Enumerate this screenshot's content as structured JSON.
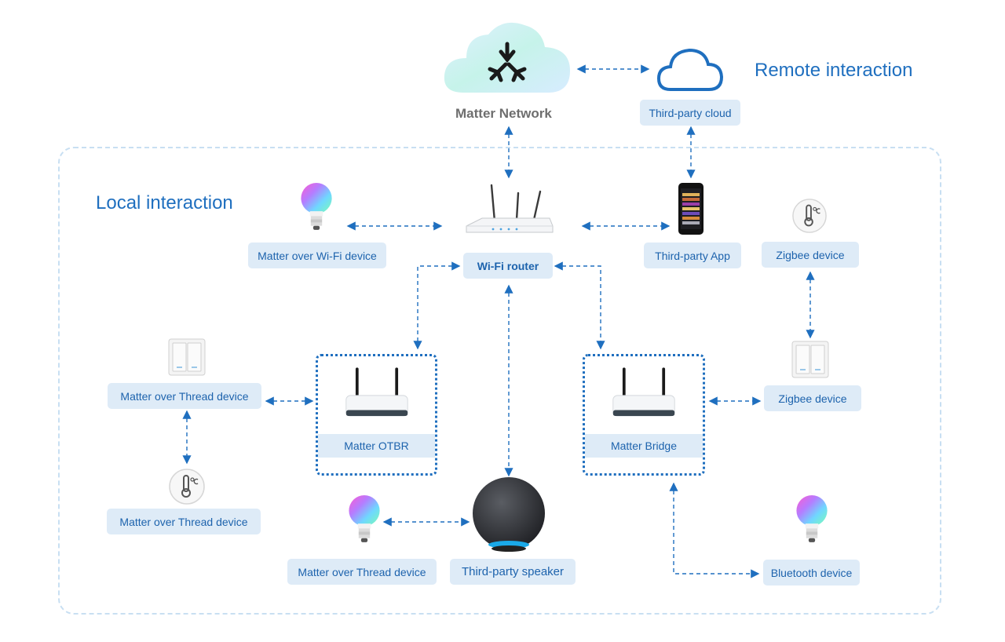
{
  "headings": {
    "remote": "Remote interaction",
    "local": "Local interaction"
  },
  "cloud": {
    "matter_network": "Matter Network",
    "third_party_cloud": "Third-party cloud"
  },
  "nodes": {
    "matter_wifi_device": "Matter over Wi-Fi device",
    "wifi_router": "Wi-Fi router",
    "third_party_app": "Third-party App",
    "zigbee_device_sensor": "Zigbee device",
    "zigbee_device_switch": "Zigbee device",
    "thread_device_switch": "Matter over Thread device",
    "thread_device_sensor": "Matter over Thread device",
    "thread_device_bulb": "Matter over Thread device",
    "matter_otbr": "Matter OTBR",
    "matter_bridge": "Matter Bridge",
    "third_party_speaker": "Third-party speaker",
    "bluetooth_device": "Bluetooth device"
  },
  "icons": {
    "matter_cloud": "cloud-matter-logo-icon",
    "third_party_cloud": "cloud-outline-icon",
    "router": "wifi-router-icon",
    "phone": "smartphone-app-icon",
    "bulb": "smart-bulb-icon",
    "sensor": "temperature-sensor-icon",
    "switch": "wall-switch-icon",
    "hub": "gateway-icon",
    "speaker": "smart-speaker-icon"
  },
  "colors": {
    "accent": "#1f6fbf",
    "label_bg": "#deebf7",
    "label_text": "#1d63ad",
    "local_border": "#c8dff2"
  }
}
